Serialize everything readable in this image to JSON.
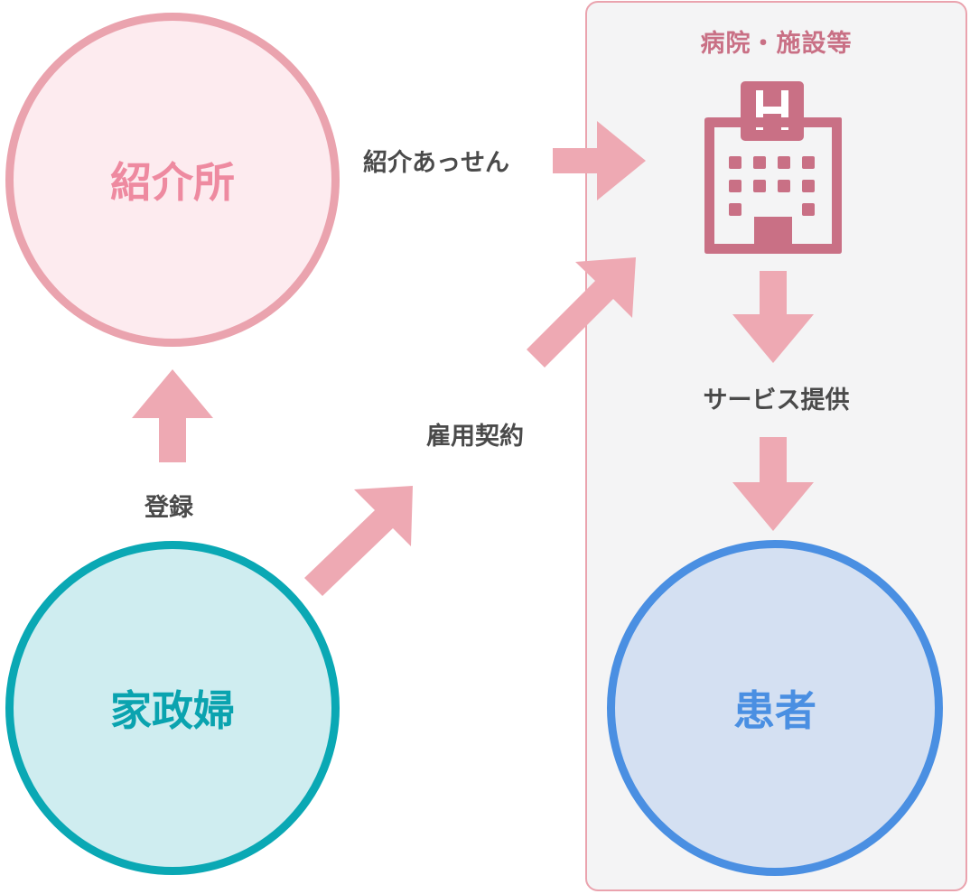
{
  "facility": {
    "title": "病院・施設等",
    "icon": "hospital-building-icon"
  },
  "nodes": {
    "agency": "紹介所",
    "helper": "家政婦",
    "patient": "患者"
  },
  "edges": {
    "referral": "紹介あっせん",
    "registration": "登録",
    "employment_contract": "雇用契約",
    "service": "サービス提供"
  },
  "colors": {
    "arrow": "#eea9b3",
    "box_border": "#eaa3ae",
    "box_fill": "#f4f4f5",
    "agency_border": "#eaa3ae",
    "agency_fill": "#fdebef",
    "agency_text": "#ee8aa0",
    "helper_border": "#0aa8b4",
    "helper_fill": "#cfedf0",
    "patient_border": "#4a8fe2",
    "patient_fill": "#d4e0f2",
    "hospital_icon": "#c97085",
    "label_text": "#4a4a4a"
  }
}
